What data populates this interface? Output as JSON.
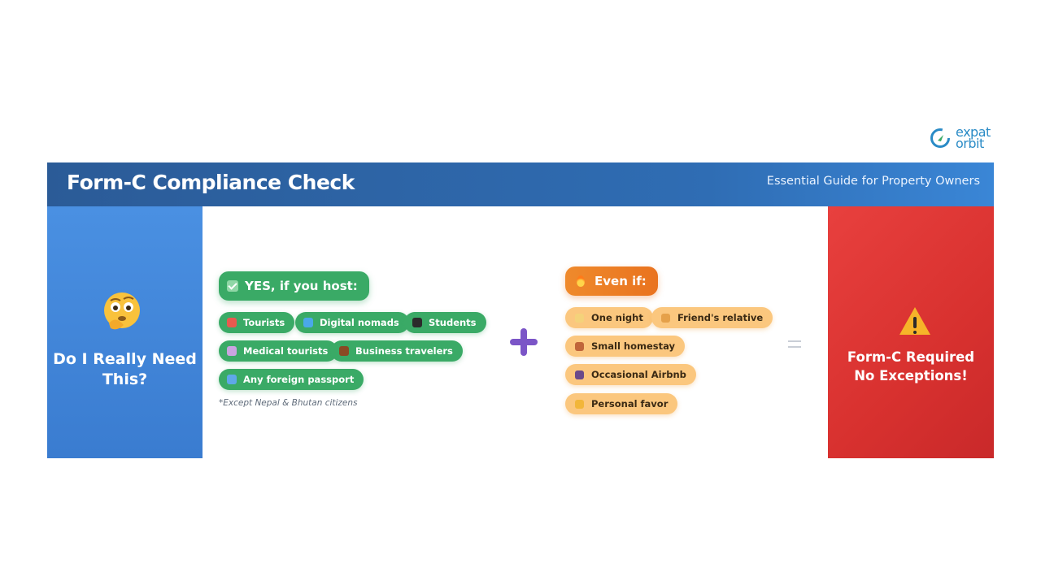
{
  "brand": {
    "logo_line1": "expat",
    "logo_line2": "orbit"
  },
  "header": {
    "title": "Form-C Compliance Check",
    "subtitle": "Essential Guide for Property Owners"
  },
  "left_panel": {
    "title_line1": "Do I Really Need",
    "title_line2": "This?"
  },
  "yes_section": {
    "heading": "YES, if you host:",
    "items": [
      {
        "label": "Tourists",
        "icon": "beach-umbrella-icon"
      },
      {
        "label": "Digital nomads",
        "icon": "laptop-icon"
      },
      {
        "label": "Students",
        "icon": "graduation-cap-icon"
      },
      {
        "label": "Medical tourists",
        "icon": "hospital-icon"
      },
      {
        "label": "Business travelers",
        "icon": "briefcase-icon"
      },
      {
        "label": "Any foreign passport",
        "icon": "globe-icon"
      }
    ],
    "footnote": "*Except Nepal & Bhutan citizens"
  },
  "even_section": {
    "heading": "Even if:",
    "items": [
      {
        "label": "One night",
        "icon": "moon-icon"
      },
      {
        "label": "Friend's relative",
        "icon": "people-icon"
      },
      {
        "label": "Small homestay",
        "icon": "house-icon"
      },
      {
        "label": "Occasional Airbnb",
        "icon": "phone-icon"
      },
      {
        "label": "Personal favor",
        "icon": "handshake-icon"
      }
    ]
  },
  "right_panel": {
    "line1": "Form-C Required",
    "line2": "No Exceptions!"
  },
  "colors": {
    "header": "#2f6db4",
    "left_panel": "#4a90e2",
    "green_pill": "#3aaa66",
    "orange_pill": "#e9731f",
    "peach_pill": "#fbc77e",
    "plus": "#7b55c7",
    "red_panel": "#d8312f"
  }
}
